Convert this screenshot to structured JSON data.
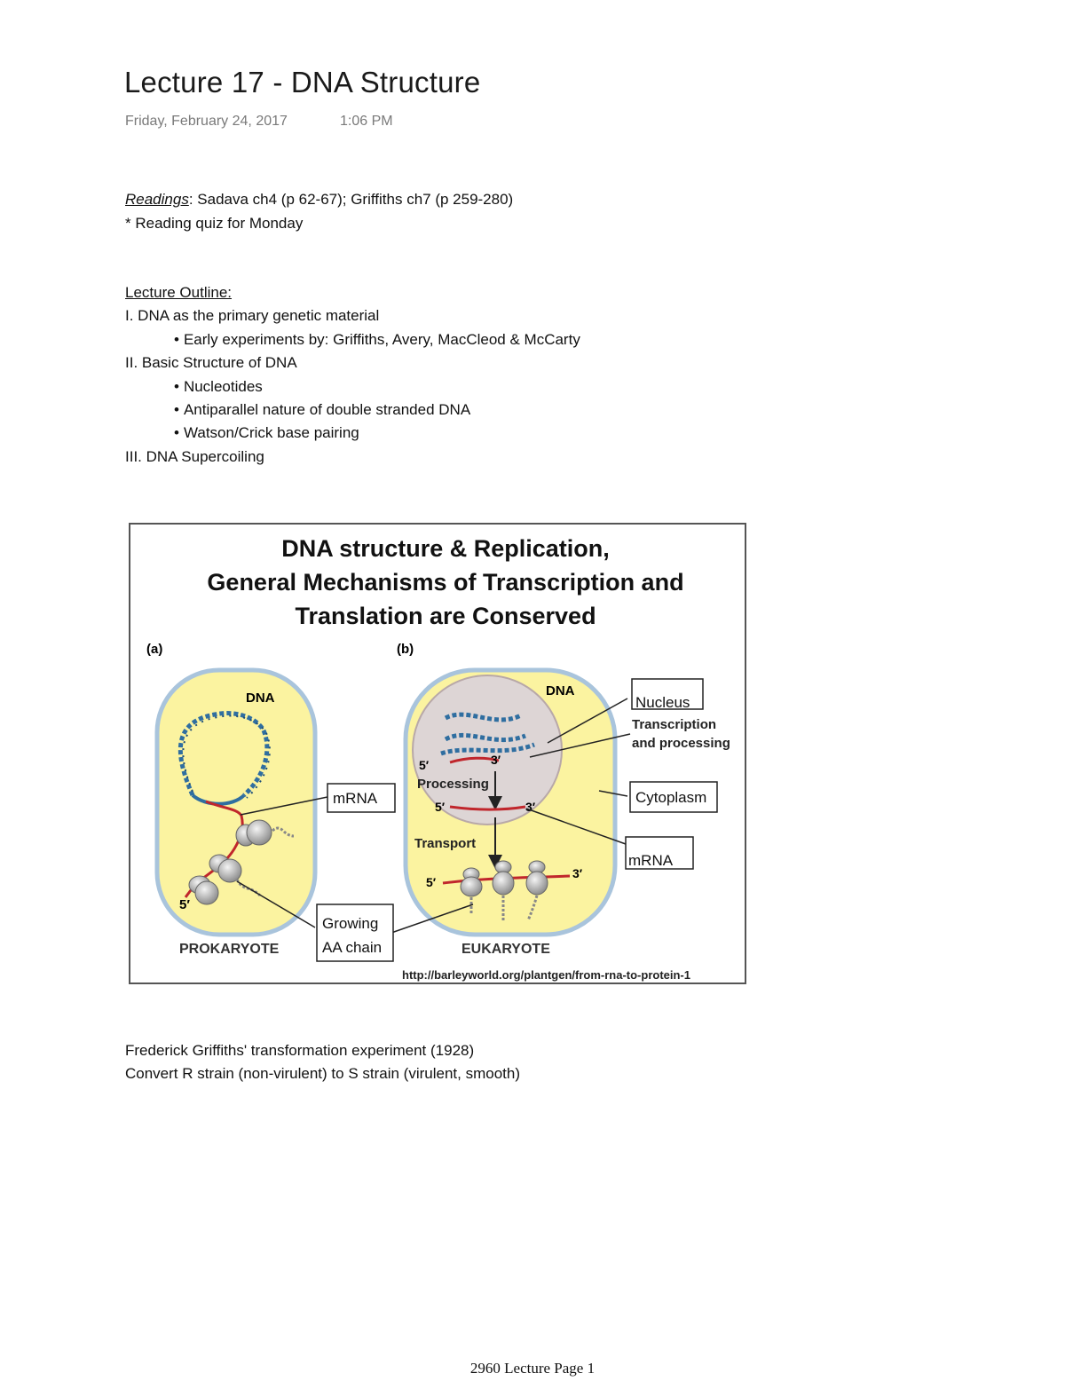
{
  "header": {
    "title": "Lecture 17 - DNA Structure",
    "date": "Friday, February 24, 2017",
    "time": "1:06 PM"
  },
  "readings": {
    "label": "Readings",
    "text": ": Sadava ch4 (p 62-67); Griffiths ch7 (p 259-280)",
    "note": "* Reading quiz for Monday"
  },
  "outline": {
    "heading": "Lecture Outline:",
    "items": [
      {
        "text": "I. DNA as the primary genetic material"
      },
      {
        "text": "Early experiments by: Griffiths, Avery, MacCleod & McCarty",
        "bullet": true
      },
      {
        "text": "II. Basic Structure of DNA"
      },
      {
        "text": "Nucleotides",
        "bullet": true
      },
      {
        "text": "Antiparallel nature of double stranded DNA",
        "bullet": true
      },
      {
        "text": "Watson/Crick base pairing",
        "bullet": true
      },
      {
        "text": "III. DNA Supercoiling"
      }
    ]
  },
  "figure": {
    "title_line1": "DNA structure & Replication,",
    "title_line2": "General Mechanisms of Transcription and",
    "title_line3": "Translation are Conserved",
    "panel_a": "(a)",
    "panel_b": "(b)",
    "dna_a": "DNA",
    "dna_b": "DNA",
    "five_prime_a": "5′",
    "prokaryote": "PROKARYOTE",
    "eukaryote": "EUKARYOTE",
    "five_prime_b1": "5′",
    "three_prime_b1": "3′",
    "processing": "Processing",
    "five_prime_b2": "5′",
    "three_prime_b2": "3′",
    "transport": "Transport",
    "five_prime_b3": "5′",
    "three_prime_b3": "3′",
    "transcription_line1": "Transcription",
    "transcription_line2": "and processing",
    "source_url": "http://barleyworld.org/plantgen/from-rna-to-protein-1",
    "callout_mrna_left": "mRNA",
    "callout_nucleus": "Nucleus",
    "callout_cytoplasm": "Cytoplasm",
    "callout_mrna_right": "mRNA",
    "callout_growing_line1": "Growing",
    "callout_growing_line2": "AA chain"
  },
  "body_text": {
    "line1": "Frederick Griffiths' transformation experiment (1928)",
    "line2": "Convert R strain (non-virulent) to S strain (virulent, smooth)"
  },
  "footer": {
    "page_label": "2960 Lecture Page 1"
  },
  "colors": {
    "cell_fill": "#fbf3a0",
    "cell_border": "#a9c4dc",
    "nucleus_fill": "#ddd5d5",
    "dna_strand": "#2f6ea0",
    "mrna": "#c0262c"
  }
}
